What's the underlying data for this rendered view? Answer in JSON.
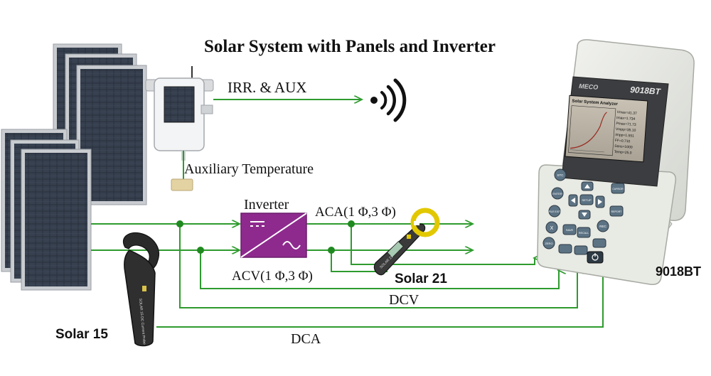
{
  "title": "Solar System with Panels and Inverter",
  "labels": {
    "irr_aux": "IRR. & AUX",
    "aux_temp": "Auxiliary Temperature",
    "inverter": "Inverter",
    "aca": "ACA(1 Φ,3 Φ)",
    "acv": "ACV(1 Φ,3 Φ)",
    "solar21": "Solar 21",
    "solar15": "Solar 15",
    "dcv": "DCV",
    "dca": "DCA",
    "device_side": "9018BT"
  },
  "device": {
    "brand": "MECO",
    "model": "9018BT",
    "screen_title": "Solar System Analyzer",
    "screen_readouts": [
      "Vmax=41.37",
      "Imax=1.734",
      "Pmax=71.73",
      "Vmpp=35.10",
      "Impp=1.551",
      "FF=0.710",
      "Sens=1000",
      "Temp=25.0"
    ],
    "keys": [
      "STC",
      "ENTER",
      "FILE EXIT",
      "X",
      "ZERO",
      "REC",
      "SETUP",
      "SAVE",
      "RECALL",
      "REPORT",
      "CURSOR"
    ]
  },
  "clamp15": {
    "text": "SOLAR 15 DC Current Probe"
  },
  "clamp21": {
    "text": "SOLAR 21"
  },
  "colors": {
    "wire": "#2e9b2e",
    "node": "#1f8a1f",
    "inverter": "#8e2a8e",
    "panel_cell": "#2c3442",
    "panel_frame": "#c9ccd0",
    "device_body": "#e9ebe6",
    "screen_bg": "#b9b2a6"
  }
}
